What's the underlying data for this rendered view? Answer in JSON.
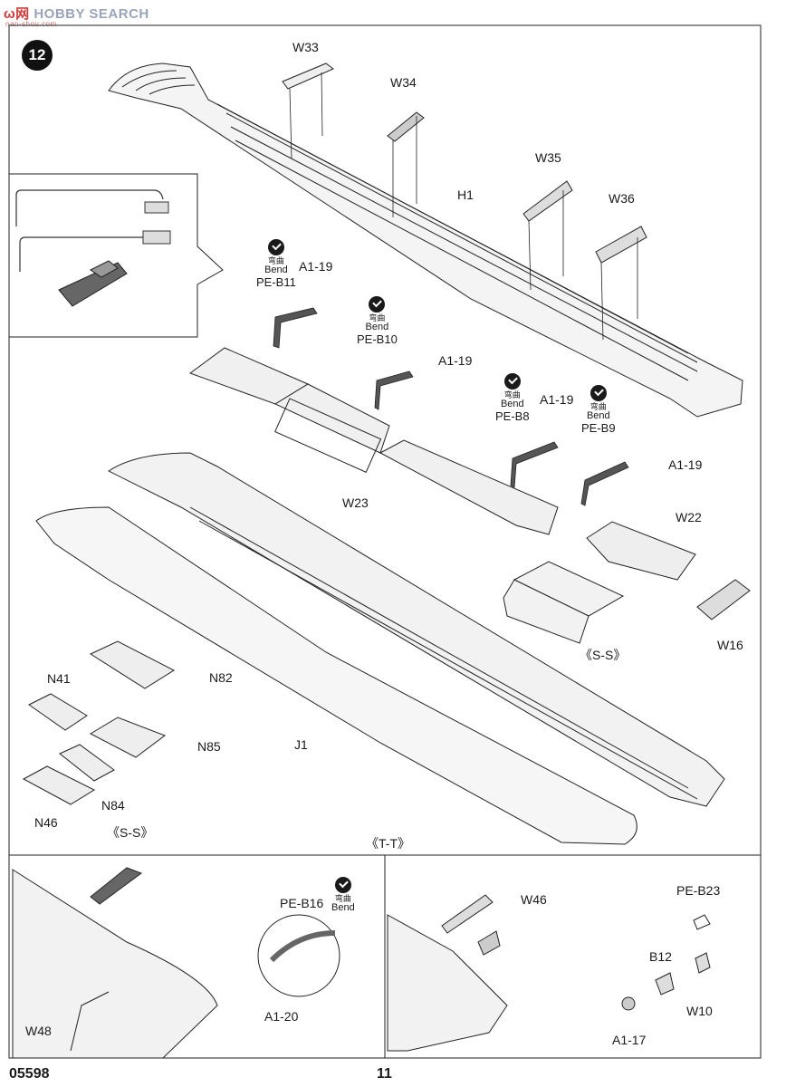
{
  "watermark": {
    "site": "SEARCH",
    "prefix": "HOBBY",
    "cn": "ω网",
    "sub": "nan-shou.com"
  },
  "step": {
    "number": "12"
  },
  "labels": {
    "w33": "W33",
    "w34": "W34",
    "w35": "W35",
    "w36": "W36",
    "h1": "H1",
    "a119_1": "A1-19",
    "a119_2": "A1-19",
    "a119_3": "A1-19",
    "a119_4": "A1-19",
    "w23": "W23",
    "w22": "W22",
    "w16": "W16",
    "ss_right": "《S-S》",
    "n41": "N41",
    "n82": "N82",
    "n85": "N85",
    "n84": "N84",
    "n46": "N46",
    "j1": "J1",
    "ss_left": "《S-S》",
    "tt": "《T-T》",
    "peb16": "PE-B16",
    "a120": "A1-20",
    "w48": "W48",
    "w46": "W46",
    "peb23": "PE-B23",
    "b12": "B12",
    "w10": "W10",
    "a117": "A1-17"
  },
  "bends": [
    {
      "cn": "弯曲",
      "en": "Bend",
      "part": "PE-B11"
    },
    {
      "cn": "弯曲",
      "en": "Bend",
      "part": "PE-B10"
    },
    {
      "cn": "弯曲",
      "en": "Bend",
      "part": "PE-B8"
    },
    {
      "cn": "弯曲",
      "en": "Bend",
      "part": "PE-B9"
    }
  ],
  "bend_small": {
    "cn": "弯曲",
    "en": "Bend"
  },
  "footer": {
    "code": "05598",
    "page": "11"
  },
  "icons": [
    "bend-icon",
    "step-circle-icon"
  ]
}
